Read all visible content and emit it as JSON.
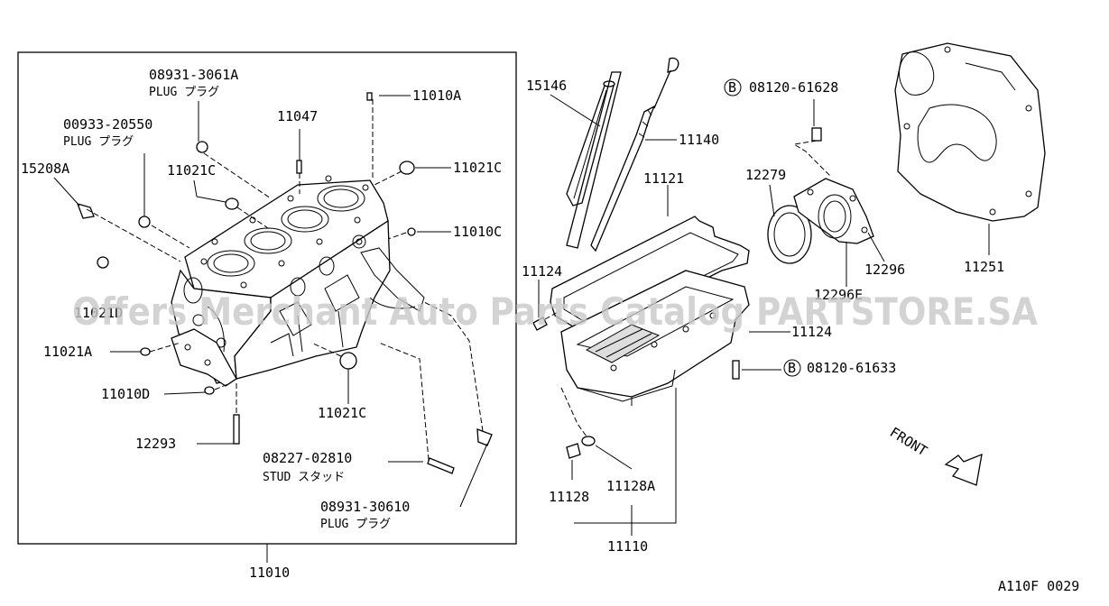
{
  "watermark": "Offers Merchant Auto Parts Catalog PARTSTORE.SA",
  "diagram_code": "A110F 0029",
  "front_label": "FRONT",
  "bolt_marker": "B",
  "parts": {
    "p_08931_3061A": "08931-3061A",
    "plug_1": "PLUG プラグ",
    "p_00933_20550": "00933-20550",
    "plug_2": "PLUG プラグ",
    "p_11047": "11047",
    "p_11010A": "11010A",
    "p_15208A": "15208A",
    "p_11021C_a": "11021C",
    "p_11021C_b": "11021C",
    "p_11021C_c": "11021C",
    "p_11010C": "11010C",
    "p_11021D": "11021D",
    "p_11021A": "11021A",
    "p_11010D": "11010D",
    "p_12293": "12293",
    "p_08227_02810": "08227-02810",
    "stud": "STUD スタッド",
    "p_08931_30610": "08931-30610",
    "plug_3": "PLUG プラグ",
    "p_11010": "11010",
    "p_15146": "15146",
    "p_11140": "11140",
    "p_11121": "11121",
    "p_11124_a": "11124",
    "p_11124_b": "11124",
    "p_11128": "11128",
    "p_11128A": "11128A",
    "p_11110": "11110",
    "p_08120_61628": "08120-61628",
    "p_12279": "12279",
    "p_12296": "12296",
    "p_12296E": "12296E",
    "p_08120_61633": "08120-61633",
    "p_11251": "11251"
  }
}
